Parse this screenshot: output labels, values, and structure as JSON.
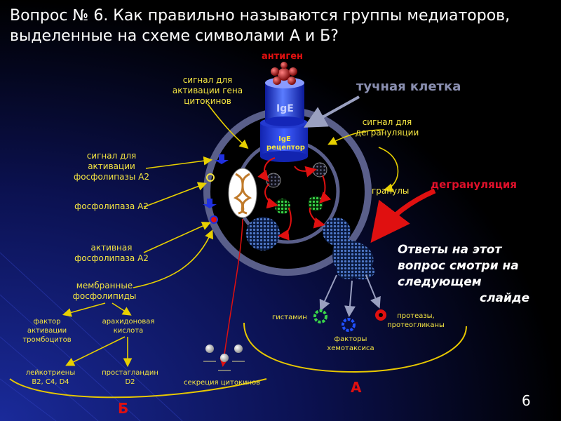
{
  "slide": {
    "title": "Вопрос № 6. Как правильно называются группы медиаторов, выделенные на схеме символами А и Б?",
    "page_number": "6"
  },
  "labels": {
    "antigen": "антиген",
    "ige": "IgE",
    "ige_receptor_line1": "IgE",
    "ige_receptor_line2": "рецептор",
    "mast_cell": "тучная клетка",
    "signal_cytokine_gene": [
      "сигнал для",
      "активации гена",
      "цитокинов"
    ],
    "signal_degranulation": [
      "сигнал для",
      "дегрануляции"
    ],
    "signal_phospholipase": [
      "сигнал для",
      "активации",
      "фосфолипазы А2"
    ],
    "phospholipase": "фосфолипаза А2",
    "active_phospholipase": [
      "активная",
      "фосфолипаза А2"
    ],
    "membrane_phospholipids": [
      "мембранные",
      "фосфолипиды"
    ],
    "granules": "гранулы",
    "degranulation": "дегрануляция",
    "paf": [
      "фактор",
      "активации",
      "тромбоцитов"
    ],
    "arachidonic": [
      "арахидоновая",
      "кислота"
    ],
    "leukotrienes": [
      "лейкотриены",
      "B2, C4, D4"
    ],
    "prostaglandin": [
      "простагландин",
      "D2"
    ],
    "cytokine_secretion": "секреция цитокинов",
    "histamine": "гистамин",
    "chemotaxis": [
      "факторы",
      "хемотаксиса"
    ],
    "proteases": [
      "протеазы,",
      "протеогликаны"
    ],
    "group_a": "А",
    "group_b": "Б"
  },
  "answer_note": [
    "Ответы на этот",
    "вопрос смотри на",
    "следующем",
    "слайде"
  ],
  "colors": {
    "background": "#000000",
    "gradient": "#1a2a9a",
    "label_yellow": "#f5e642",
    "arrow_yellow": "#e8d000",
    "arrow_red": "#e01010",
    "cell_ring": "#5a5f8a",
    "mast_cell_text": "#8a8fb0",
    "degranulation_text": "#e0102a",
    "group_letter": "#e01010"
  }
}
